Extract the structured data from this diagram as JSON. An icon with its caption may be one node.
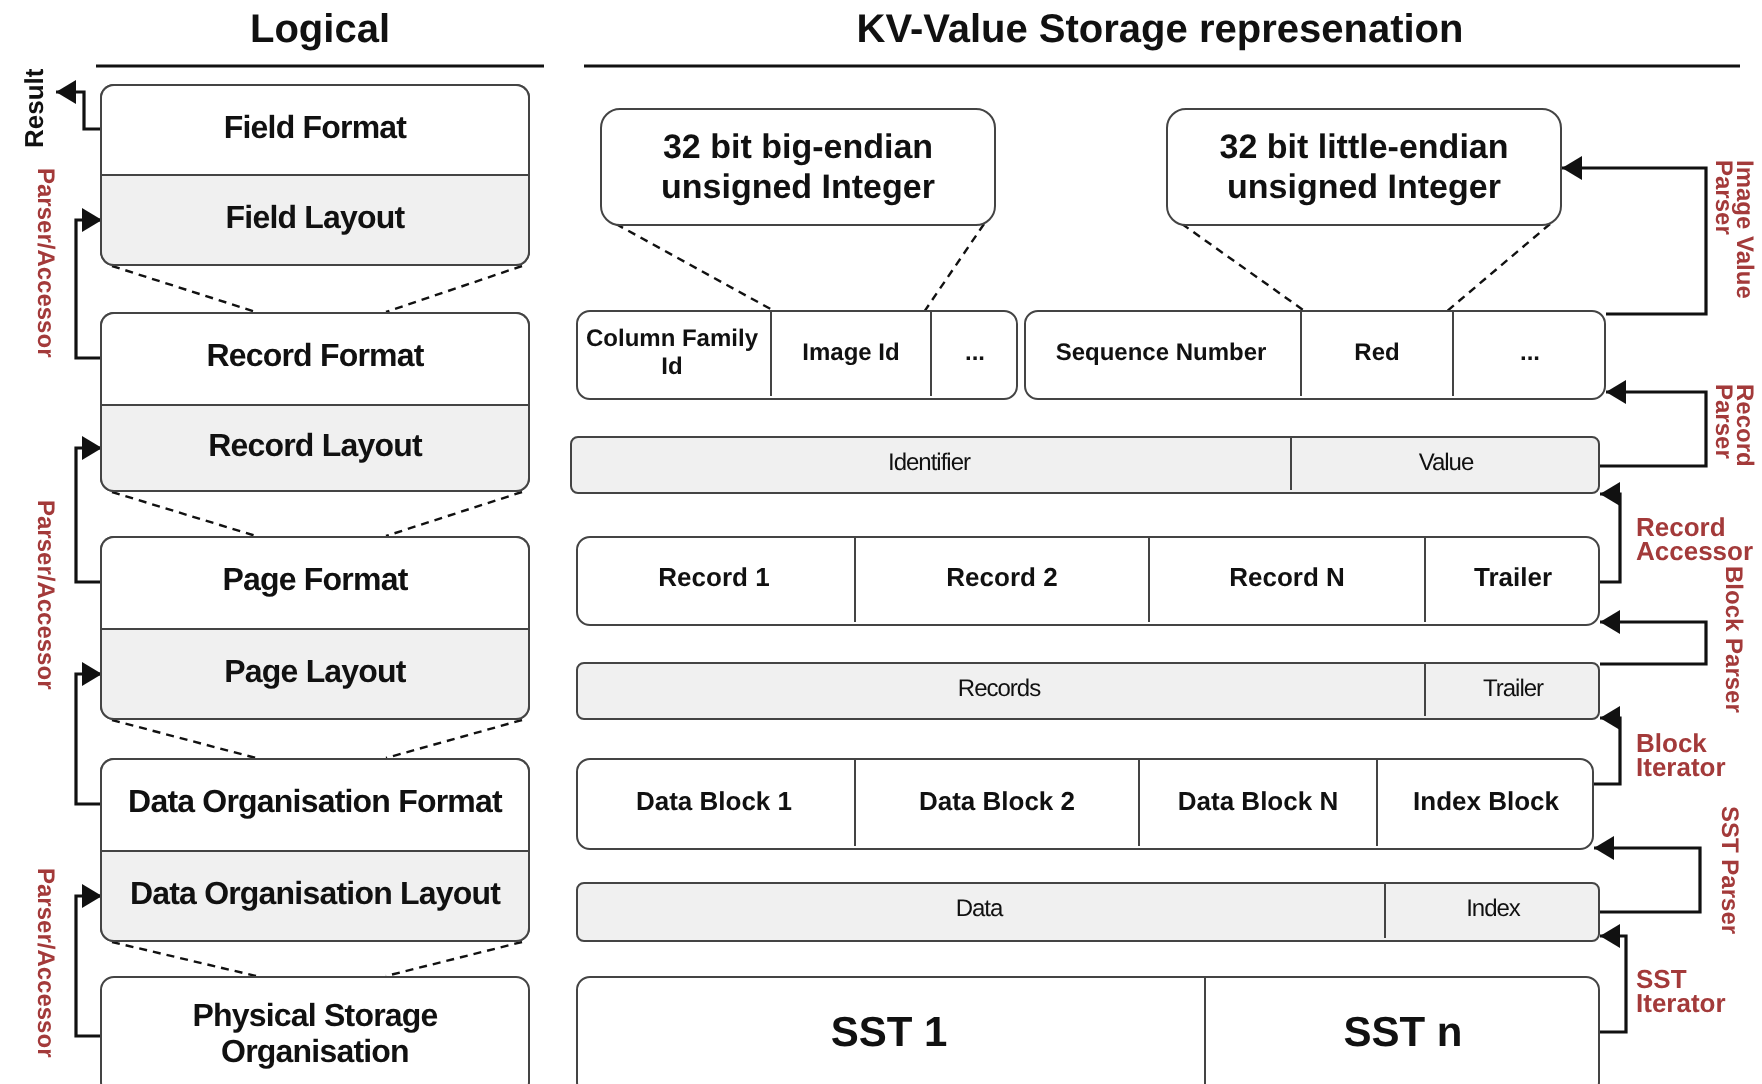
{
  "diagram": {
    "nodes": [
      {
        "text": [
          "Result"
        ]
      },
      {
        "text": [],
        "shape": "box"
      },
      {
        "text": [
          "Field Format"
        ],
        "in": 1
      },
      {
        "text": [
          "Field Layout"
        ],
        "in": 1
      },
      {
        "text": [],
        "shape": "box"
      },
      {
        "text": [
          "Record Format"
        ],
        "in": 4
      },
      {
        "text": [
          "Record Layout"
        ],
        "in": 4
      },
      {
        "text": [],
        "shape": "box"
      },
      {
        "text": [
          "Page Format"
        ],
        "in": 7
      },
      {
        "text": [
          "Page Layout"
        ],
        "in": 7
      },
      {
        "text": [],
        "shape": "box"
      },
      {
        "text": [
          "Data Organisation Format"
        ],
        "in": 10
      },
      {
        "text": [
          "Data Organisation Layout"
        ],
        "in": 10
      },
      {
        "text": [
          "Physical Storage Organisation"
        ]
      },
      {
        "text": [
          "32 bit big-endian unsigned Integer"
        ]
      },
      {
        "text": [
          "32 bit little-endian unsigned Integer"
        ]
      },
      {
        "text": [],
        "shape": "box"
      },
      {
        "text": [
          "Column Family Id"
        ],
        "in": 16
      },
      {
        "text": [
          "Image Id"
        ],
        "in": 16
      },
      {
        "text": [
          "..."
        ],
        "in": 16
      },
      {
        "text": [],
        "shape": "box"
      },
      {
        "text": [
          "Sequence Number"
        ],
        "in": 20
      },
      {
        "text": [
          "Red"
        ],
        "in": 20
      },
      {
        "text": [
          "..."
        ],
        "in": 20
      },
      {
        "text": [],
        "shape": "box"
      },
      {
        "text": [
          "Identifier"
        ],
        "in": 24
      },
      {
        "text": [
          "Value"
        ],
        "in": 24
      },
      {
        "text": [],
        "shape": "box"
      },
      {
        "text": [
          "Record 1"
        ],
        "in": 27
      },
      {
        "text": [
          "Record 2"
        ],
        "in": 27
      },
      {
        "text": [
          "Record N"
        ],
        "in": 27
      },
      {
        "text": [
          "Trailer"
        ],
        "in": 27
      },
      {
        "text": [],
        "shape": "box"
      },
      {
        "text": [
          "Records"
        ],
        "in": 32
      },
      {
        "text": [
          "Trailer"
        ],
        "in": 32
      },
      {
        "text": [],
        "shape": "box"
      },
      {
        "text": [
          "Data Block 1"
        ],
        "in": 35
      },
      {
        "text": [
          "Data Block 2"
        ],
        "in": 35
      },
      {
        "text": [
          "Data Block N"
        ],
        "in": 35
      },
      {
        "text": [
          "Index Block"
        ],
        "in": 35
      },
      {
        "text": [],
        "shape": "box"
      },
      {
        "text": [
          "Data"
        ],
        "in": 40
      },
      {
        "text": [
          "Index"
        ],
        "in": 40
      },
      {
        "text": [],
        "shape": "box"
      },
      {
        "text": [
          "SST 1"
        ],
        "in": 43
      },
      {
        "text": [
          "SST n"
        ],
        "in": 43
      }
    ],
    "edges": [
      {
        "from": 2,
        "to": 0,
        "arrow": "to"
      },
      {
        "from": 5,
        "to": 3,
        "arrow": "to",
        "label": "Parser/Accessor"
      },
      {
        "from": 8,
        "to": 6,
        "arrow": "to",
        "label": "Parser/Accessor"
      },
      {
        "from": 11,
        "to": 9,
        "arrow": "to"
      },
      {
        "from": 13,
        "to": 12,
        "arrow": "to",
        "label": "Parser/Accessor"
      },
      {
        "from": 3,
        "to": 5,
        "arrow": "none",
        "style": "dashed"
      },
      {
        "from": 3,
        "to": 5,
        "arrow": "none",
        "style": "dashed"
      },
      {
        "from": 6,
        "to": 8,
        "arrow": "none",
        "style": "dashed"
      },
      {
        "from": 6,
        "to": 8,
        "arrow": "none",
        "style": "dashed"
      },
      {
        "from": 9,
        "to": 11,
        "arrow": "none",
        "style": "dashed"
      },
      {
        "from": 9,
        "to": 11,
        "arrow": "none",
        "style": "dashed"
      },
      {
        "from": 12,
        "to": 13,
        "arrow": "none",
        "style": "dashed"
      },
      {
        "from": 12,
        "to": 13,
        "arrow": "none",
        "style": "dashed"
      },
      {
        "from": 14,
        "to": 18,
        "arrow": "none",
        "style": "dashed"
      },
      {
        "from": 14,
        "to": 18,
        "arrow": "none",
        "style": "dashed"
      },
      {
        "from": 15,
        "to": 22,
        "arrow": "none",
        "style": "dashed"
      },
      {
        "from": 15,
        "to": 22,
        "arrow": "none",
        "style": "dashed"
      },
      {
        "from": 23,
        "to": 15,
        "arrow": "to",
        "label": "Image Value Parser"
      },
      {
        "from": 26,
        "to": 23,
        "arrow": "to",
        "label": "Record Parser"
      },
      {
        "from": 31,
        "to": 26,
        "arrow": "to",
        "label": "Record Accessor"
      },
      {
        "from": 34,
        "to": 31,
        "arrow": "to",
        "label": "Block Parser"
      },
      {
        "from": 39,
        "to": 34,
        "arrow": "to",
        "label": "Block Iterator"
      },
      {
        "from": 42,
        "to": 39,
        "arrow": "to",
        "label": "SST Parser"
      },
      {
        "from": 45,
        "to": 42,
        "arrow": "to",
        "label": "SST Iterator"
      }
    ],
    "labels": [
      "Logical",
      "KV-Value Storage represenation"
    ]
  }
}
